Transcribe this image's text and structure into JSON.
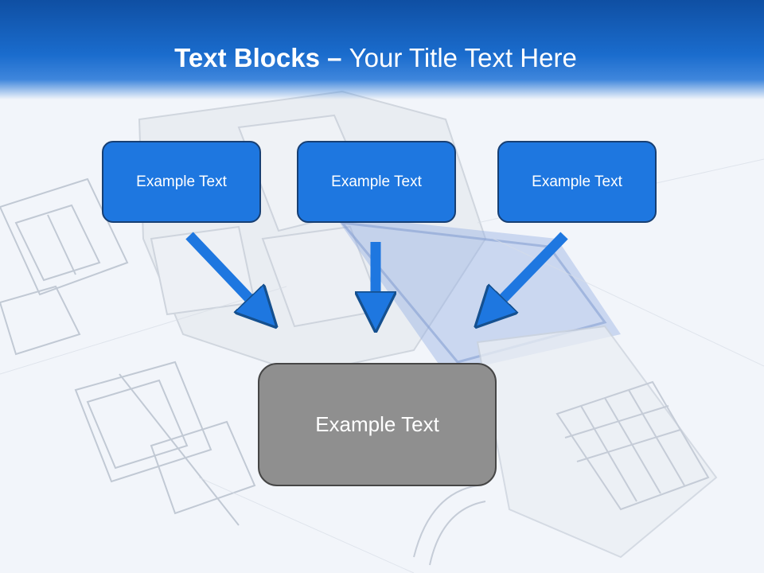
{
  "title": {
    "bold": "Text Blocks",
    "dash": " – ",
    "rest": "Your Title Text Here"
  },
  "blocks": [
    {
      "label": "Example Text"
    },
    {
      "label": "Example Text"
    },
    {
      "label": "Example Text"
    }
  ],
  "target": {
    "label": "Example Text"
  },
  "colors": {
    "header": "#1a6ccd",
    "block_fill": "#1e77e0",
    "block_border": "#173f73",
    "target_fill": "#8f8f8f",
    "arrow": "#1e77e0"
  }
}
